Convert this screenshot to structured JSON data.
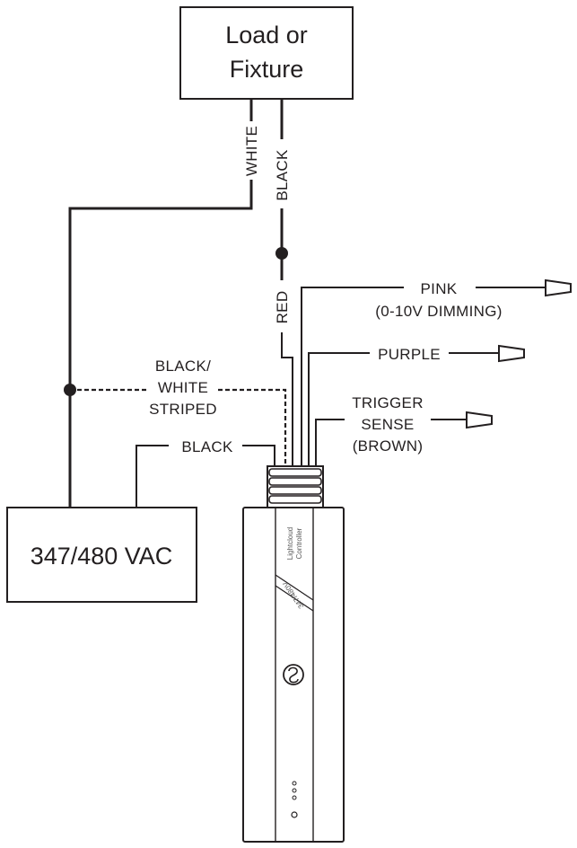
{
  "load": {
    "line1": "Load or",
    "line2": "Fixture"
  },
  "supply": {
    "label": "347/480 VAC"
  },
  "wires": {
    "white": "WHITE",
    "black_top": "BLACK",
    "red": "RED",
    "pink_line1": "PINK",
    "pink_line2": "(0-10V DIMMING)",
    "purple": "PURPLE",
    "trigger_line1": "TRIGGER",
    "trigger_line2": "SENSE",
    "trigger_line3": "(BROWN)",
    "bw_line1": "BLACK/",
    "bw_line2": "WHITE",
    "bw_line3": "STRIPED",
    "black_bottom": "BLACK"
  },
  "device": {
    "brand_line1": "Lightcloud",
    "brand_line2": "Controller",
    "voltage_tag": "347/480V",
    "logo_icon": "lightcloud-logo-icon",
    "led_icon": "status-led-icon"
  },
  "colors": {
    "ink": "#231f20"
  }
}
